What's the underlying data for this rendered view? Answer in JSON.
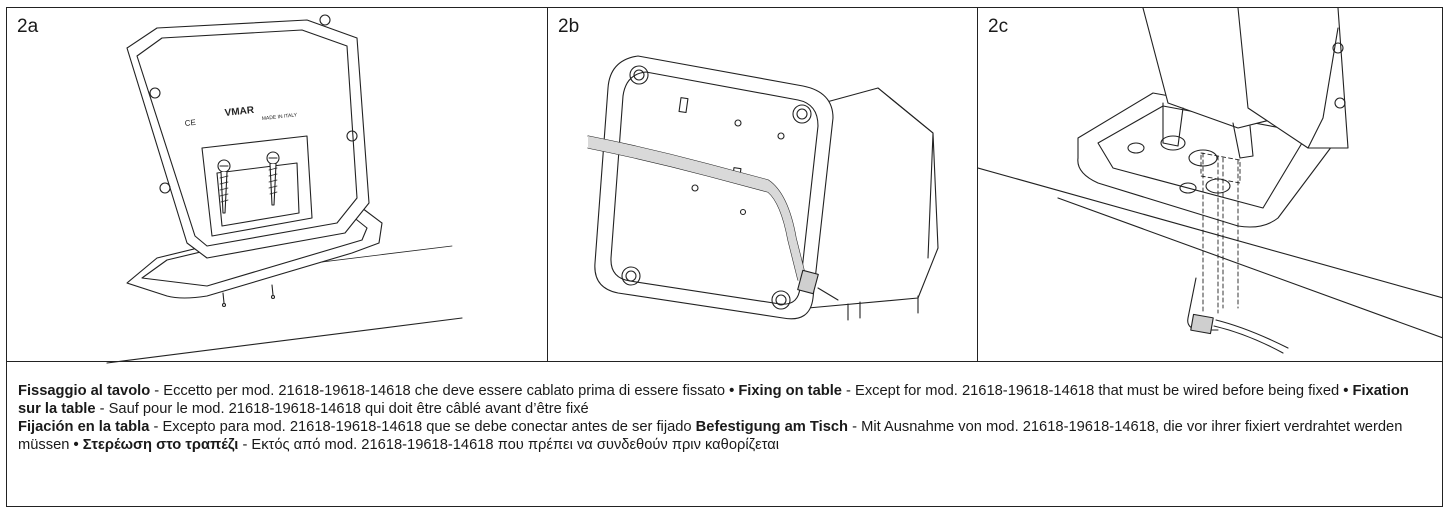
{
  "figures": [
    {
      "label": "2a",
      "logo_text": "VMAR",
      "made_in_text": "MADE IN ITALY",
      "ce_mark": "CE"
    },
    {
      "label": "2b"
    },
    {
      "label": "2c"
    }
  ],
  "caption": {
    "it_title": "Fissaggio al tavolo",
    "it_text": " - Eccetto per mod. 21618-19618-14618 che deve essere cablato prima di essere fissato ",
    "sep1": "•",
    "en_title": "Fixing on table",
    "en_text": " - Except for mod. 21618-19618-14618 that must be wired before being fixed ",
    "sep2": "•",
    "fr_title": "Fixation sur la table",
    "fr_text": " - Sauf pour le mod. 21618-19618-14618 qui doit être câblé avant d’être fixé ",
    "es_title": "Fijación en la tabla",
    "es_text": " - Excepto para mod. 21618-19618-14618 que se debe conectar antes de ser fijado ",
    "de_title": "Befestigung am Tisch",
    "de_text": " - Mit Ausnahme von mod. 21618-19618-14618, die vor ihrer fixiert verdrahtet werden müssen ",
    "sep3": "•",
    "el_title": "Στερέωση στο τραπέζι",
    "el_text": " - Εκτός από mod. 21618-19618-14618 που πρέπει να συνδεθούν πριν καθορίζεται"
  }
}
